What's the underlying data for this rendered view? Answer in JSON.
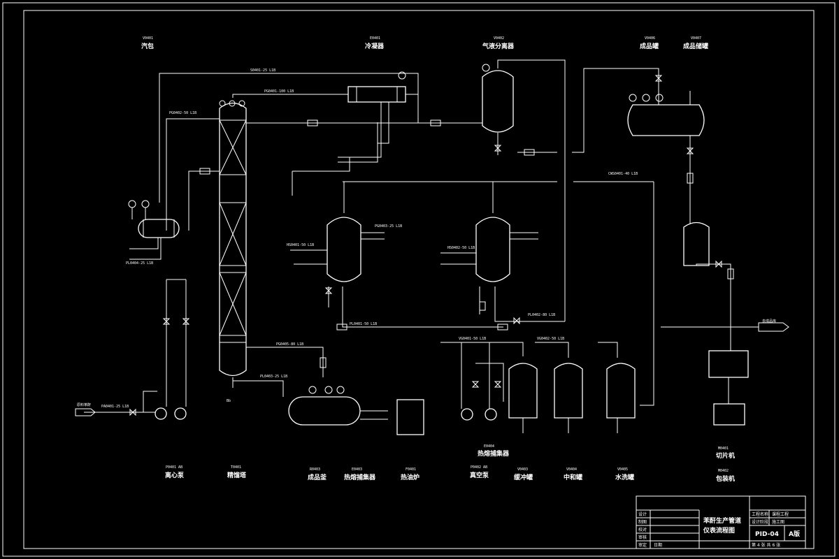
{
  "title_block": {
    "drawing_title_line1": "苯酐生产管道",
    "drawing_title_line2": "仪表流程图",
    "drawing_no": "PID-04",
    "sheet_size": "A版",
    "design_label": "设计",
    "check_label": "制图",
    "review_label": "校对",
    "audit_label": "审核",
    "approve_label": "审定",
    "date_label": "日期",
    "project_label": "工程名称",
    "project_value": "课程工程",
    "stage_label": "设计阶段",
    "stage_value": "施工图",
    "sheet_info": "第 4 张  共 6 张"
  },
  "top_labels": [
    {
      "code": "V0401",
      "name": "汽包"
    },
    {
      "code": "E0401",
      "name": "冷凝器"
    },
    {
      "code": "V0402",
      "name": "气液分离器"
    },
    {
      "code": "V0406",
      "name": "成品罐"
    },
    {
      "code": "V0407",
      "name": "成品储罐"
    }
  ],
  "bottom_labels": [
    {
      "code": "P0401 AB",
      "name": "离心泵"
    },
    {
      "code": "T0401",
      "name": "精馏塔"
    },
    {
      "code": "R0403",
      "name": "成品釜"
    },
    {
      "code": "E0403",
      "name": "热熔捕集器"
    },
    {
      "code": "F0401",
      "name": "热油炉"
    },
    {
      "code": "E0404",
      "name": "热熔捕集器"
    },
    {
      "code": "P0402 AB",
      "name": "真空泵"
    },
    {
      "code": "V0403",
      "name": "缓冲罐"
    },
    {
      "code": "V0404",
      "name": "中和罐"
    },
    {
      "code": "V0405",
      "name": "水洗罐"
    },
    {
      "code": "M0401",
      "name": "切片机"
    },
    {
      "code": "M0402",
      "name": "包装机"
    }
  ],
  "line_tags": [
    "S0401-25 L1B",
    "PG0401-100 L1B",
    "PG0402-50 L1B",
    "CWS0401-40 L1B",
    "PG0403-25 L1B",
    "HS0401-50 L1B",
    "HS0402-50 L1B",
    "PL0401-50 L1B",
    "PL0402-80 L1B",
    "PG0405-80 L1B",
    "VG0401-50 L1B",
    "VG0402-50 L1B",
    "PL0403-25 L1B",
    "PL0404-25 L1B",
    "PA0401-25 L1B"
  ],
  "stream_in": "原料苯酐",
  "stream_out": "去成品库"
}
